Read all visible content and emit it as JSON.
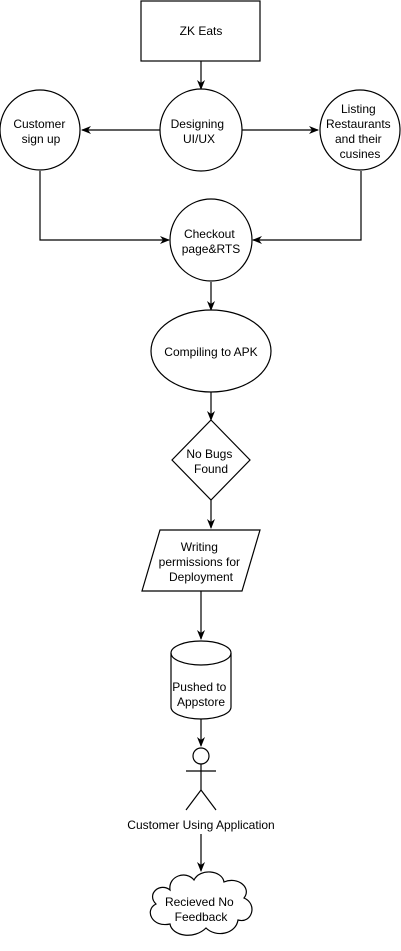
{
  "nodes": {
    "zk_eats": [
      "ZK Eats"
    ],
    "designing": [
      "Designing",
      "UI/UX"
    ],
    "customer_signup": [
      "Customer",
      "sign up"
    ],
    "listing": [
      "Listing",
      "Restaurants",
      "and their",
      "cusines"
    ],
    "checkout": [
      "Checkout",
      "page&RTS"
    ],
    "compiling": [
      "Compiling to APK"
    ],
    "no_bugs": [
      "No Bugs",
      "Found"
    ],
    "writing_permissions": [
      "Writing",
      "permissions for",
      "Deployment"
    ],
    "pushed": [
      "Pushed to",
      "Appstore"
    ],
    "customer_using": [
      "Customer Using Application"
    ],
    "feedback": [
      "Recieved No",
      "Feedback"
    ]
  }
}
